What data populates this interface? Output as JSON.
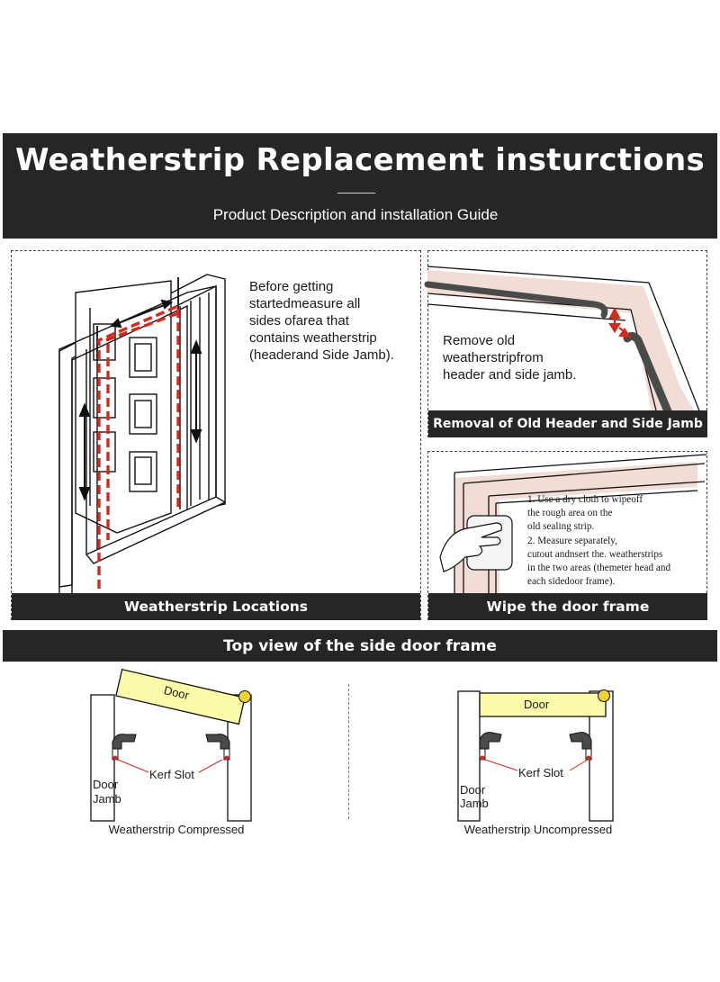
{
  "header": {
    "title": "Weatherstrip Replacement insturctions",
    "subtitle": "Product Description and installation Guide"
  },
  "panels": {
    "locations": {
      "text": "Before getting\nstartedmeasure all\nsides ofarea that\ncontains weatherstrip\n(headerand Side Jamb).",
      "label": "Weatherstrip Locations"
    },
    "removal": {
      "text": "Remove old\nweatherstripfrom\nheader and side jamb.",
      "label": "Removal of Old Header and Side Jamb"
    },
    "wipe": {
      "text": "1. Use a dry cloth to wipeoff\nthe rough area on the\nold sealing strip.\n2. Measure separately,\ncutout andnsert the. weatherstrips\nin the two areas (themeter head and\neach sidedoor frame).",
      "label": "Wipe the door frame"
    }
  },
  "section": {
    "title": "Top view of the side door frame"
  },
  "diagrams": {
    "compressed": {
      "door_label": "Door",
      "kerf_label": "Kerf Slot",
      "jamb_label_line1": "Door",
      "jamb_label_line2": "Jamb",
      "caption": "Weatherstrip Compressed"
    },
    "uncompressed": {
      "door_label": "Door",
      "kerf_label": "Kerf Slot",
      "jamb_label_line1": "Door",
      "jamb_label_line2": "Jamb",
      "caption": "Weatherstrip Uncompressed"
    }
  },
  "colors": {
    "banner": "#262626",
    "strip_red": "#d42a1e",
    "door_yellow": "#fafaa8",
    "frame_pink": "#f1dcd6",
    "hinge_gold": "#f0d237"
  },
  "icons": [
    "hand-wiping-icon",
    "red-arrow-icon",
    "hinge-icon"
  ]
}
